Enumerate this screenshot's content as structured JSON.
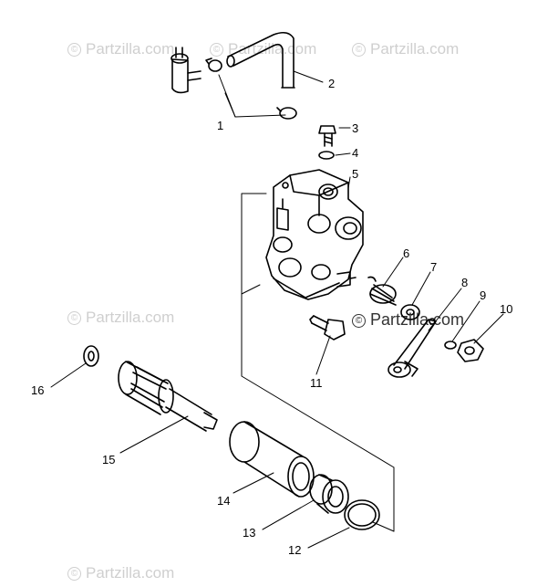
{
  "watermarks": [
    {
      "symbol": "©",
      "text": "Partzilla.com"
    },
    {
      "symbol": "©",
      "text": "Partzilla.com"
    },
    {
      "symbol": "©",
      "text": "Partzilla.com"
    },
    {
      "symbol": "©",
      "text": "Partzilla.com"
    },
    {
      "symbol": "©",
      "text": "Partzilla.com"
    },
    {
      "symbol": "©",
      "text": "Partzilla.com"
    }
  ],
  "callouts": [
    {
      "label": "1"
    },
    {
      "label": "2"
    },
    {
      "label": "3"
    },
    {
      "label": "4"
    },
    {
      "label": "5"
    },
    {
      "label": "6"
    },
    {
      "label": "7"
    },
    {
      "label": "8"
    },
    {
      "label": "9"
    },
    {
      "label": "10"
    },
    {
      "label": "11"
    },
    {
      "label": "12"
    },
    {
      "label": "13"
    },
    {
      "label": "14"
    },
    {
      "label": "15"
    },
    {
      "label": "16"
    }
  ]
}
